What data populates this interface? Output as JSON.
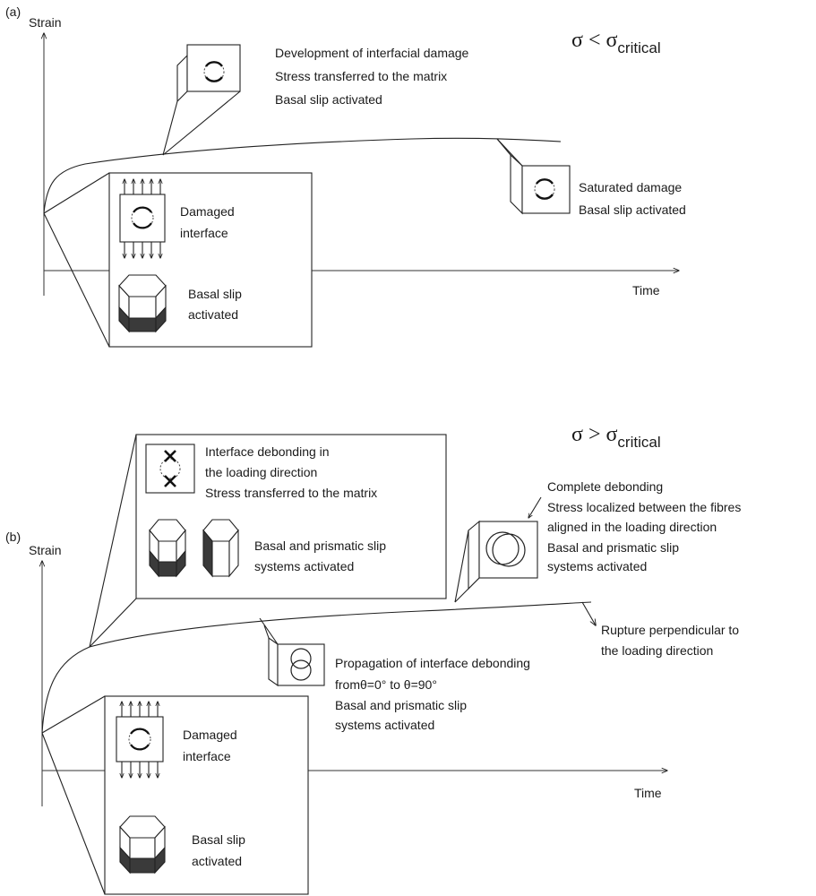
{
  "panel_a": {
    "label": "(a)",
    "y_axis": "Strain",
    "x_axis": "Time",
    "condition": {
      "symbol": "σ < σ",
      "subscript": "critical"
    },
    "callout_top": [
      "Development of interfacial damage",
      "Stress transferred to the matrix",
      "Basal slip activated"
    ],
    "callout_right": [
      "Saturated damage",
      "Basal slip activated"
    ],
    "inset": {
      "damage": [
        "Damaged",
        "interface"
      ],
      "slip": [
        "Basal slip",
        "activated"
      ]
    }
  },
  "panel_b": {
    "label": "(b)",
    "y_axis": "Strain",
    "x_axis": "Time",
    "condition": {
      "symbol": "σ > σ",
      "subscript": "critical"
    },
    "inset_top": {
      "debond": [
        "Interface debonding in",
        " the loading direction",
        "Stress transferred to the matrix"
      ],
      "slip": [
        "Basal and prismatic slip",
        "systems activated"
      ]
    },
    "callout_complete": [
      "Complete debonding",
      "Stress localized between the fibres",
      "aligned in the loading direction",
      "Basal and prismatic slip",
      "systems activated"
    ],
    "rupture": [
      "Rupture perpendicular to",
      "the loading direction"
    ],
    "callout_propagation": [
      "Propagation of interface debonding",
      "fromθ=0° to θ=90°",
      "Basal and prismatic slip",
      "systems activated"
    ],
    "inset_bottom": {
      "damage": [
        "Damaged",
        "interface"
      ],
      "slip": [
        "Basal slip",
        "activated"
      ]
    }
  }
}
